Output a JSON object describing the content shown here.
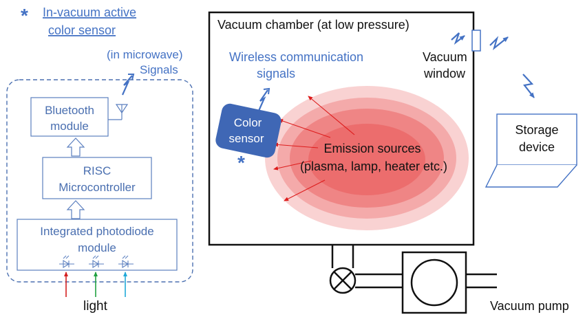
{
  "colors": {
    "accent_blue": "#4472c4",
    "box_blue": "#5b7fbf",
    "sensor_fill": "#3f67b5",
    "black": "#111111",
    "emission_outer": "#f9d2d2",
    "emission_mid": "#f4aaaa",
    "emission_inner": "#ef8585",
    "emission_core": "#ec6d6d",
    "ray_red": "#dd1c1c",
    "light_red": "#d42020",
    "light_green": "#20a040",
    "light_cyan": "#20a8d8"
  },
  "legend": {
    "symbol": "*",
    "line1": "In-vacuum active",
    "line2": "color sensor"
  },
  "left_module": {
    "signal_label_line1": "(in microwave)",
    "signal_label_line2": "Signals",
    "bluetooth_line1": "Bluetooth",
    "bluetooth_line2": "module",
    "risc_line1": "RISC",
    "risc_line2": "Microcontroller",
    "photodiode_line1": "Integrated photodiode",
    "photodiode_line2": "module",
    "light_label": "light",
    "icons": [
      "wireless-signal-icon",
      "antenna-icon",
      "up-arrow-icon",
      "photodiode-icon"
    ]
  },
  "chamber": {
    "title": "Vacuum chamber (at low  pressure)",
    "wireless_line1": "Wireless communication",
    "wireless_line2": "signals",
    "sensor_line1": "Color",
    "sensor_line2": "sensor",
    "sensor_symbol": "*",
    "emission_line1": "Emission sources",
    "emission_line2": "(plasma, lamp, heater etc.)"
  },
  "window": {
    "label_line1": "Vacuum",
    "label_line2": "window"
  },
  "storage": {
    "label_line1": "Storage",
    "label_line2": "device",
    "icon": "laptop-icon"
  },
  "pump": {
    "label": "Vacuum pump",
    "icons": [
      "valve-icon",
      "pump-icon"
    ]
  }
}
